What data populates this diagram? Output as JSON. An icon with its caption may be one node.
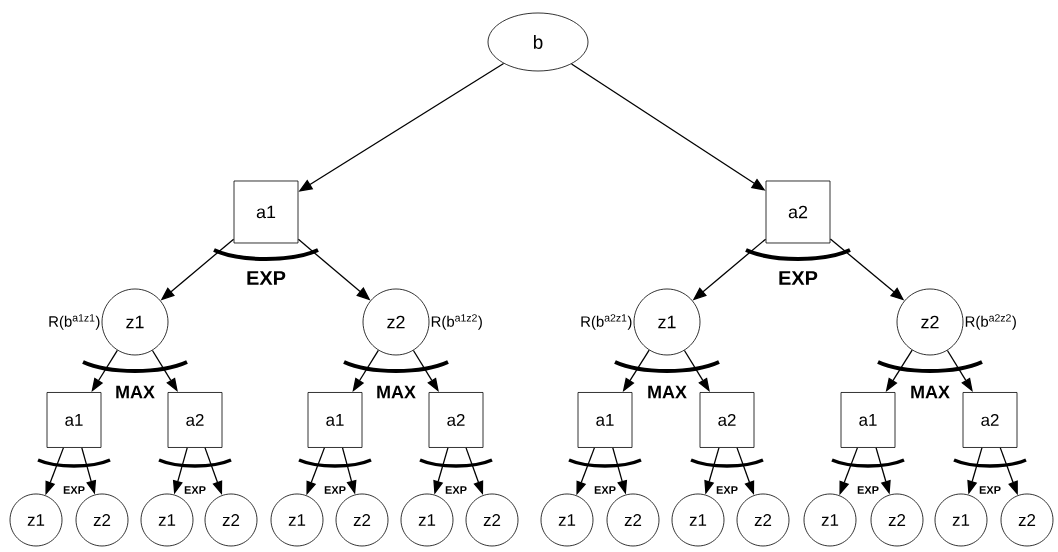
{
  "diagram": {
    "nodes": [
      {
        "text": [
          "b"
        ]
      },
      {
        "text": [
          "a1"
        ]
      },
      {
        "text": [
          "a2"
        ]
      },
      {
        "text": [
          "z1"
        ],
        "beside": [
          "R(b$^{a1z1}$)"
        ]
      },
      {
        "text": [
          "z2"
        ],
        "beside": [
          "R(b$^{a1z2}$)"
        ]
      },
      {
        "text": [
          "z1"
        ],
        "beside": [
          "R(b$^{a2z1}$)"
        ]
      },
      {
        "text": [
          "z2"
        ],
        "beside": [
          "R(b$^{a2z2}$)"
        ]
      },
      {
        "text": [
          "a1"
        ]
      },
      {
        "text": [
          "a2"
        ]
      },
      {
        "text": [
          "a1"
        ]
      },
      {
        "text": [
          "a2"
        ]
      },
      {
        "text": [
          "a1"
        ]
      },
      {
        "text": [
          "a2"
        ]
      },
      {
        "text": [
          "a1"
        ]
      },
      {
        "text": [
          "a2"
        ]
      },
      {
        "text": [
          "z1"
        ]
      },
      {
        "text": [
          "z2"
        ]
      },
      {
        "text": [
          "z1"
        ]
      },
      {
        "text": [
          "z2"
        ]
      },
      {
        "text": [
          "z1"
        ]
      },
      {
        "text": [
          "z2"
        ]
      },
      {
        "text": [
          "z1"
        ]
      },
      {
        "text": [
          "z2"
        ]
      },
      {
        "text": [
          "z1"
        ]
      },
      {
        "text": [
          "z2"
        ]
      },
      {
        "text": [
          "z1"
        ]
      },
      {
        "text": [
          "z2"
        ]
      },
      {
        "text": [
          "z1"
        ]
      },
      {
        "text": [
          "z2"
        ]
      },
      {
        "text": [
          "z1"
        ]
      },
      {
        "text": [
          "z2"
        ]
      }
    ],
    "edges": [
      {
        "from": 0,
        "to": 1,
        "arrow": "to"
      },
      {
        "from": 0,
        "to": 2,
        "arrow": "to"
      },
      {
        "from": 1,
        "to": 3,
        "arrow": "to"
      },
      {
        "from": 1,
        "to": 4,
        "arrow": "to"
      },
      {
        "from": 2,
        "to": 5,
        "arrow": "to"
      },
      {
        "from": 2,
        "to": 6,
        "arrow": "to"
      },
      {
        "from": 3,
        "to": 7,
        "arrow": "to"
      },
      {
        "from": 3,
        "to": 8,
        "arrow": "to"
      },
      {
        "from": 4,
        "to": 9,
        "arrow": "to"
      },
      {
        "from": 4,
        "to": 10,
        "arrow": "to"
      },
      {
        "from": 5,
        "to": 11,
        "arrow": "to"
      },
      {
        "from": 5,
        "to": 12,
        "arrow": "to"
      },
      {
        "from": 6,
        "to": 13,
        "arrow": "to"
      },
      {
        "from": 6,
        "to": 14,
        "arrow": "to"
      },
      {
        "from": 7,
        "to": 15,
        "arrow": "to"
      },
      {
        "from": 7,
        "to": 16,
        "arrow": "to"
      },
      {
        "from": 8,
        "to": 17,
        "arrow": "to"
      },
      {
        "from": 8,
        "to": 18,
        "arrow": "to"
      },
      {
        "from": 9,
        "to": 19,
        "arrow": "to"
      },
      {
        "from": 9,
        "to": 20,
        "arrow": "to"
      },
      {
        "from": 10,
        "to": 21,
        "arrow": "to"
      },
      {
        "from": 10,
        "to": 22,
        "arrow": "to"
      },
      {
        "from": 11,
        "to": 23,
        "arrow": "to"
      },
      {
        "from": 11,
        "to": 24,
        "arrow": "to"
      },
      {
        "from": 12,
        "to": 25,
        "arrow": "to"
      },
      {
        "from": 12,
        "to": 26,
        "arrow": "to"
      },
      {
        "from": 13,
        "to": 27,
        "arrow": "to"
      },
      {
        "from": 13,
        "to": 28,
        "arrow": "to"
      },
      {
        "from": 14,
        "to": 29,
        "arrow": "to"
      },
      {
        "from": 14,
        "to": 30,
        "arrow": "to"
      }
    ],
    "labels": [
      "EXP",
      "EXP",
      "MAX",
      "MAX",
      "MAX",
      "MAX",
      "EXP",
      "EXP",
      "EXP",
      "EXP",
      "EXP",
      "EXP",
      "EXP",
      "EXP"
    ]
  }
}
